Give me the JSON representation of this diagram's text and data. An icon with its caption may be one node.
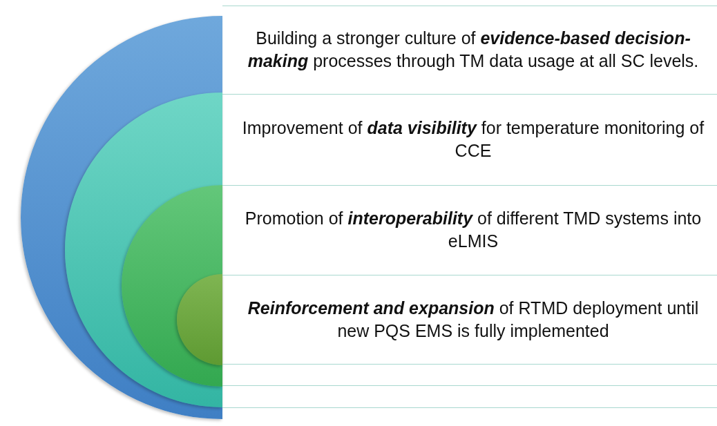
{
  "diagram": {
    "nodes": [
      {
        "text": [],
        "shape": "circle"
      },
      {
        "text": [],
        "shape": "circle",
        "in": 0
      },
      {
        "text": [],
        "shape": "circle",
        "in": 1
      },
      {
        "text": [],
        "shape": "circle",
        "in": 2
      },
      {
        "text": [
          "Building a stronger culture of **evidence-based decision-making** processes through TM data usage at all SC levels."
        ]
      },
      {
        "text": [
          "Improvement of **data visibility** for temperature monitoring of CCE"
        ]
      },
      {
        "text": [
          "Promotion of **interoperability** of different TMD systems into eLMIS"
        ]
      },
      {
        "text": [
          "**Reinforcement and expansion** of RTMD deployment until new PQS EMS is fully implemented"
        ]
      }
    ],
    "edges": []
  }
}
